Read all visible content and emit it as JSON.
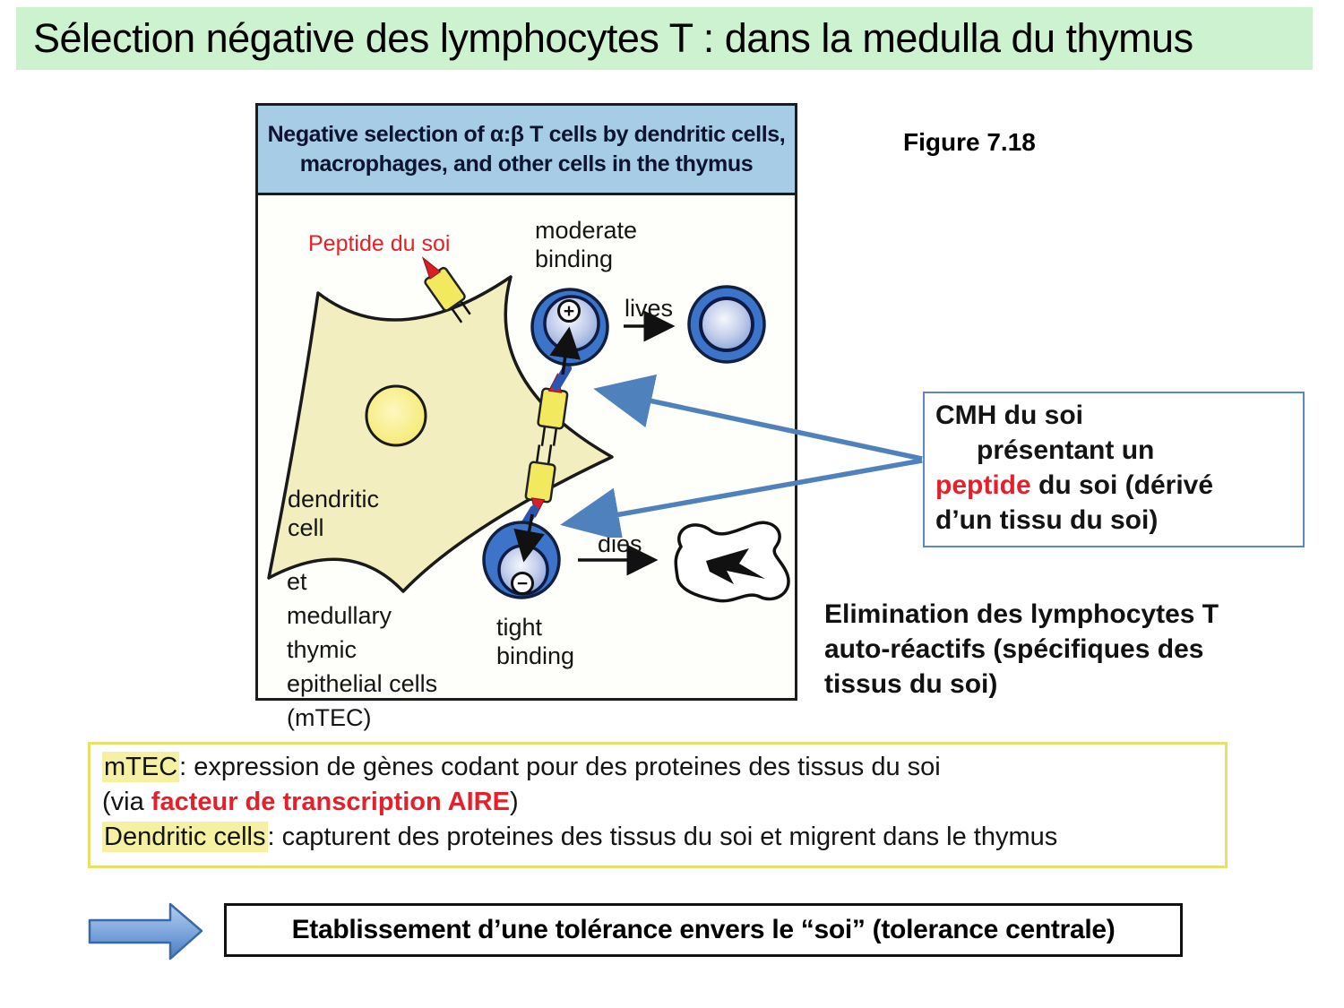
{
  "title": "Sélection négative des lymphocytes T : dans la medulla du thymus",
  "figure": {
    "header": "Negative selection of α:β T cells by dendritic cells,\nmacrophages, and other cells in the thymus",
    "labels": {
      "peptide": "Peptide du soi",
      "moderate_binding": "moderate\nbinding",
      "lives": "lives",
      "dies": "dies",
      "tight_binding": "tight\nbinding",
      "dendritic_cell": "dendritic\ncell",
      "plus": "+",
      "minus": "−"
    }
  },
  "figure_caption": "Figure 7.18",
  "mtec_note": "et\nmedullary\nthymic\nepithelial cells\n(mTEC)",
  "cmh_box": {
    "line1": "CMH du soi",
    "line2": "présentant un",
    "peptide_word": "peptide",
    "line3_rest": " du soi (dérivé",
    "line4": "d’un tissu du soi)"
  },
  "elimination": "Elimination des lymphocytes T\nauto-réactifs (spécifiques des\ntissus du soi)",
  "info_box": {
    "mtec_term": "mTEC",
    "mtec_rest": ": expression de gènes codant pour des proteines des tissus du soi",
    "aire_pre": "(via ",
    "aire_term": "facteur de transcription AIRE",
    "aire_post": ")",
    "dc_term": "Dendritic cells",
    "dc_rest": ": capturent des proteines des tissus du soi et migrent dans le thymus"
  },
  "conclusion": "Etablissement d’une tolérance envers le “soi” (tolerance centrale)",
  "colors": {
    "title_bg": "#cdf2cf",
    "figure_header_bg": "#a6cce6",
    "accent_blue": "#4f81bd",
    "highlight_yellow": "#f6f1a2",
    "alert_red": "#e5202a",
    "info_border": "#e8e169"
  }
}
